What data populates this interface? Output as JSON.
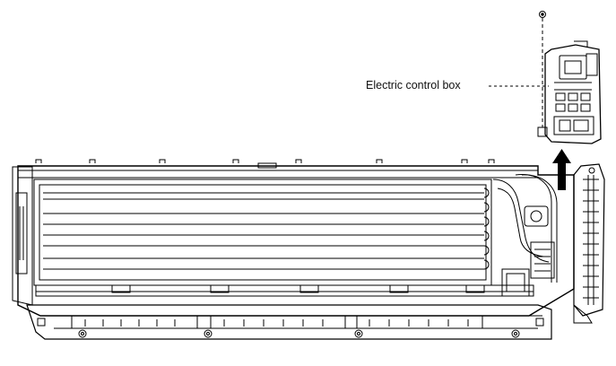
{
  "callout": {
    "label": "Electric control box"
  },
  "arrow": {
    "direction": "up",
    "meaning": "remove"
  },
  "colors": {
    "line": "#000000",
    "background": "#ffffff"
  }
}
